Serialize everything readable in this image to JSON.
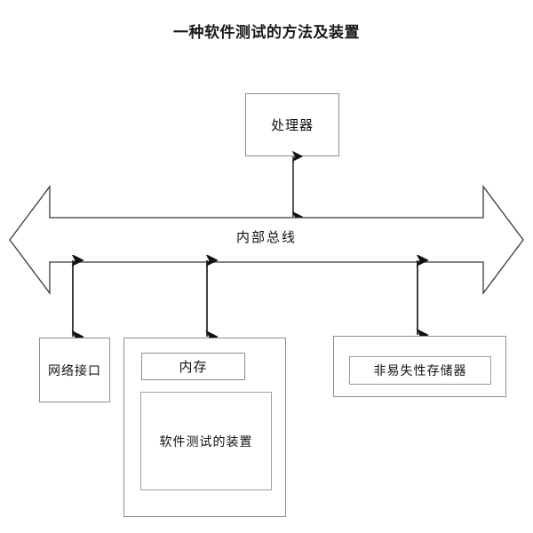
{
  "figure": {
    "title": "一种软件测试的方法及装置",
    "type": "block-diagram"
  },
  "nodes": {
    "processor": {
      "label": "处理器"
    },
    "bus": {
      "label": "内部总线"
    },
    "network_interface": {
      "label": "网络接口"
    },
    "memory": {
      "label": "内存"
    },
    "software_test_apparatus": {
      "label": "软件测试的装置"
    },
    "nonvolatile_storage": {
      "label": "非易失性存储器"
    }
  },
  "connections": [
    {
      "name": "processor-to-bus",
      "from": "处理器",
      "to": "内部总线",
      "style": "double-arrow"
    },
    {
      "name": "bus-to-network-interface",
      "from": "内部总线",
      "to": "网络接口",
      "style": "double-arrow"
    },
    {
      "name": "bus-to-memory",
      "from": "内部总线",
      "to": "内存",
      "style": "double-arrow"
    },
    {
      "name": "bus-to-nonvolatile-storage",
      "from": "内部总线",
      "to": "非易失性存储器",
      "style": "double-arrow"
    }
  ],
  "colors": {
    "background": "#ffffff",
    "box_border": "#8e8e8e",
    "line": "#1a1a1a",
    "text": "#111111"
  }
}
